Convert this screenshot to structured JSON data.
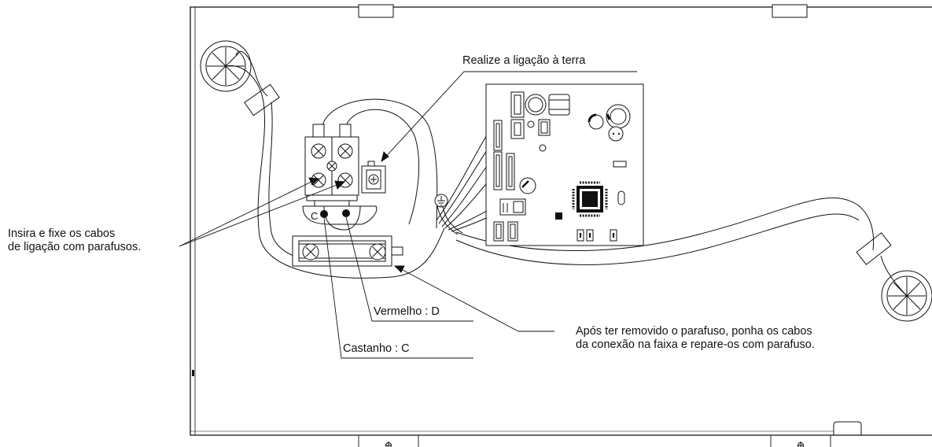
{
  "labels": {
    "ground": "Realize a ligação à terra",
    "insert_line1": "Insira e fixe os cabos",
    "insert_line2": "de ligação com parafusos.",
    "red": "Vermelho : D",
    "brown": "Castanho : C",
    "band_line1": "Após ter removido o parafuso, ponha os cabos",
    "band_line2": "da conexão na faixa e repare-os com parafuso.",
    "terminal_c": "C"
  },
  "colors": {
    "line": "#111111",
    "background": "#ffffff"
  }
}
